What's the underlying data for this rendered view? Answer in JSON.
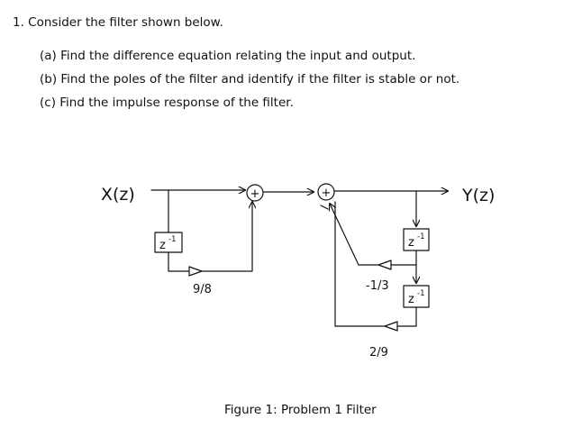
{
  "problem": {
    "title": "1. Consider the filter shown below.",
    "parts": [
      "(a) Find the difference equation relating the input and output.",
      "(b) Find the poles of the filter and identify if the filter is stable or not.",
      "(c) Find the impulse response of the filter."
    ]
  },
  "diagram": {
    "input_label": "X(z)",
    "output_label": "Y(z)",
    "adder_symbol": "+",
    "delay_label": "z",
    "delay_exponent": "-1",
    "gain_feedforward": "9/8",
    "gain_feedback_1": "-1/3",
    "gain_feedback_2": "2/9"
  },
  "caption": "Figure 1: Problem 1 Filter"
}
